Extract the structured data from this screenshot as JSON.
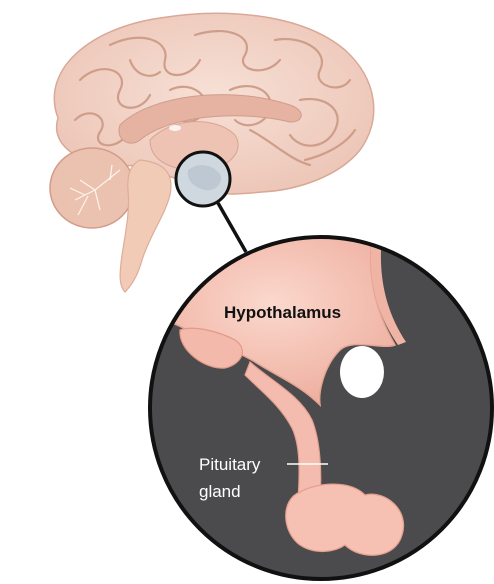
{
  "labels": {
    "hypothalamus": "Hypothalamus",
    "pituitary_line1": "Pituitary",
    "pituitary_line2": "gland"
  },
  "colors": {
    "brain_outer": "#f1d4c8",
    "brain_inner": "#e7b7a6",
    "brain_folds": "#c99683",
    "cerebellum": "#e9c0ae",
    "stem": "#f4cdb6",
    "highlight": "#c9d3dc",
    "zoom_bg": "#4d4d4f",
    "zoom_tissue": "#f5c2b4",
    "zoom_tissue_edge": "#e9a292",
    "outline": "#111111"
  }
}
